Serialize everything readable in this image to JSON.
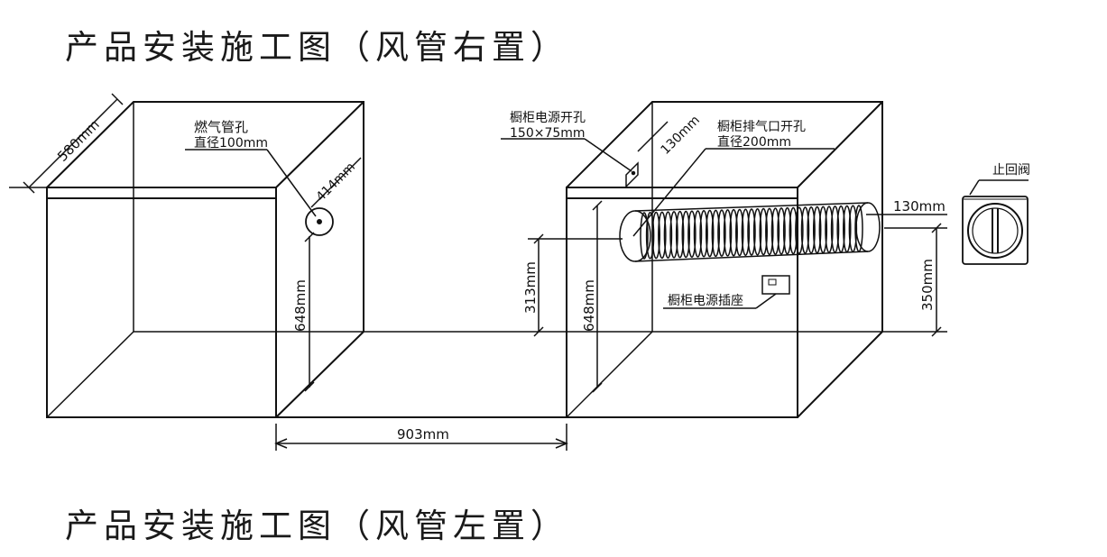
{
  "titles": {
    "top": "产品安装施工图（风管右置）",
    "bottom": "产品安装施工图（风管左置）"
  },
  "labels": {
    "width_580": "580mm",
    "gas_hole_title": "燃气管孔",
    "gas_hole_diameter": "直径100mm",
    "dim_414": "414mm",
    "height_648_left": "648mm",
    "gap_903": "903mm",
    "power_hole_title": "橱柜电源开孔",
    "power_hole_size": "150×75mm",
    "dim_130_top": "130mm",
    "exhaust_title": "橱柜排气口开孔",
    "exhaust_diameter": "直径200mm",
    "height_313": "313mm",
    "height_648_right": "648mm",
    "socket_label": "橱柜电源插座",
    "dim_130_right": "130mm",
    "height_350": "350mm",
    "check_valve": "止回阀"
  },
  "colors": {
    "line": "#111111",
    "background": "#ffffff"
  }
}
